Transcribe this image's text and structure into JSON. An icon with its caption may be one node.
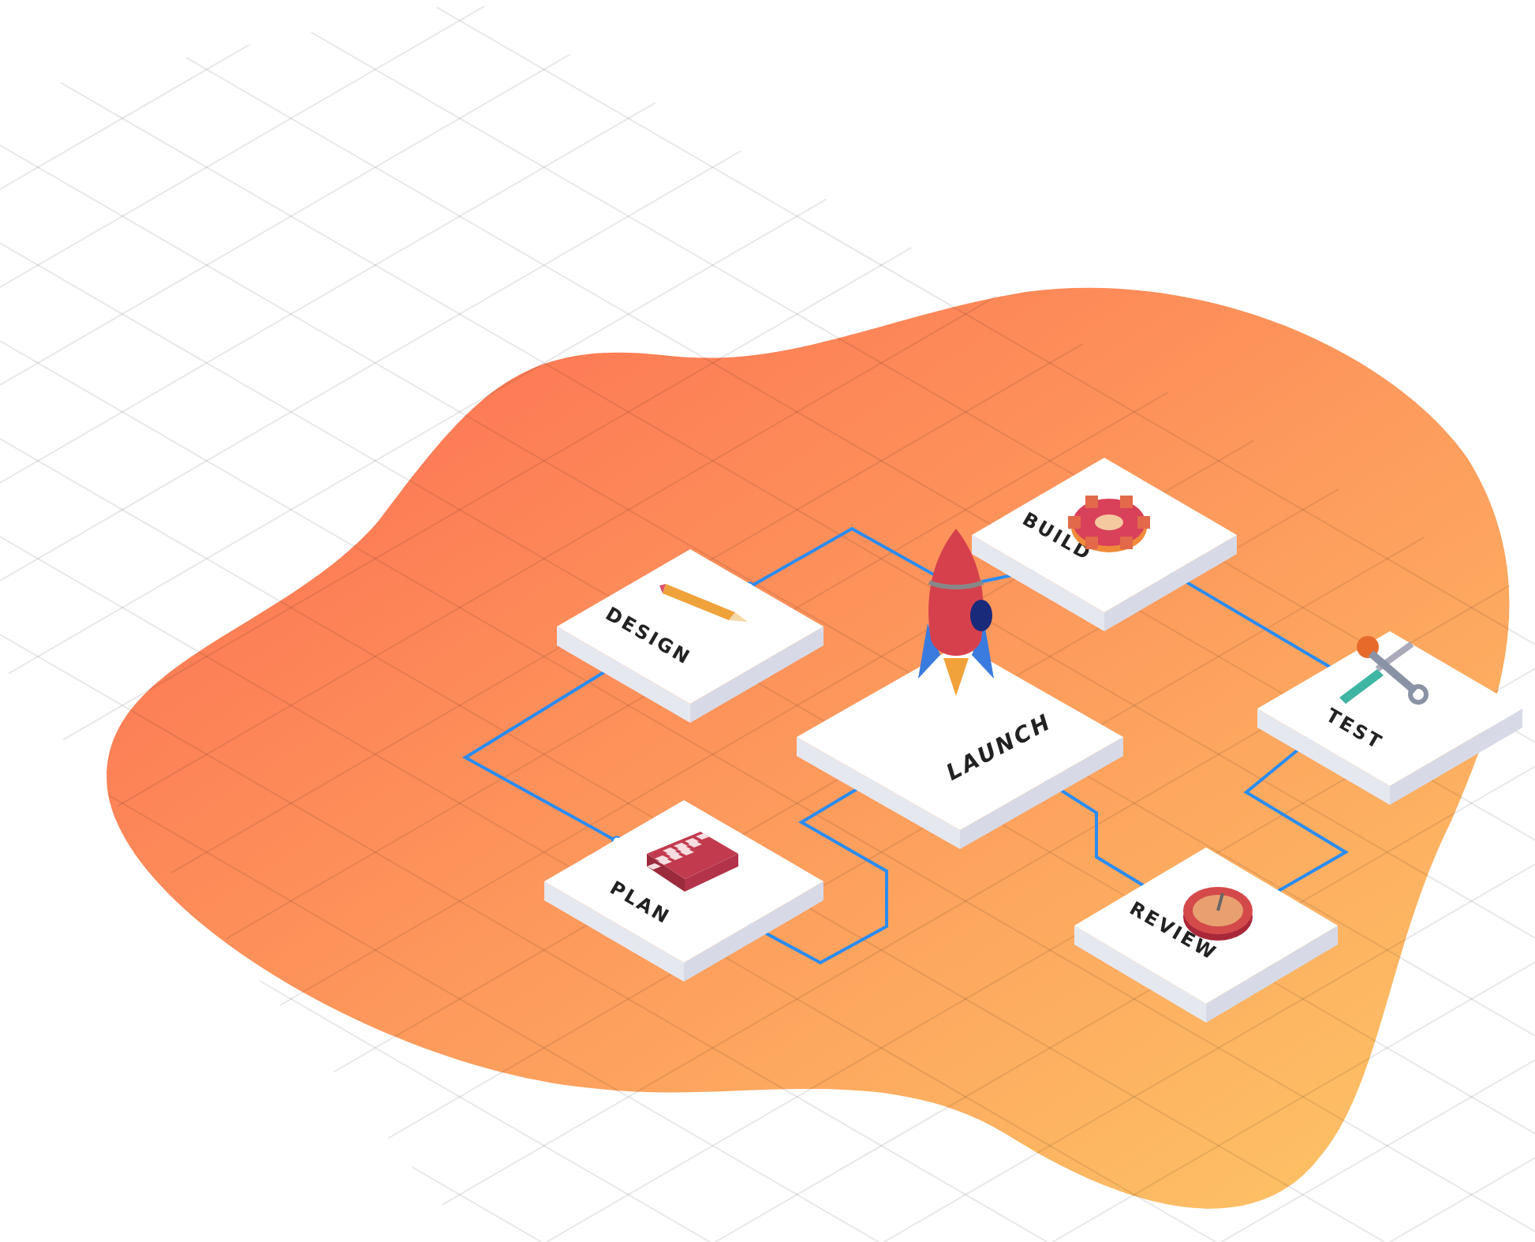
{
  "diagram": {
    "nodes": [
      {
        "text": [
          "DESIGN"
        ]
      },
      {
        "text": [
          "BUILD"
        ]
      },
      {
        "text": [
          "LAUNCH"
        ]
      },
      {
        "text": [
          "TEST"
        ]
      },
      {
        "text": [
          "PLAN"
        ]
      },
      {
        "text": [
          "REVIEW"
        ]
      }
    ],
    "edges": [
      {
        "from": 0,
        "to": 4,
        "arrow": "other"
      },
      {
        "from": 0,
        "to": 1,
        "arrow": "other"
      },
      {
        "from": 1,
        "to": 3,
        "arrow": "other"
      },
      {
        "from": 3,
        "to": 5,
        "arrow": "other"
      },
      {
        "from": 2,
        "to": 5,
        "arrow": "other"
      },
      {
        "from": 2,
        "to": 4,
        "arrow": "other"
      }
    ]
  }
}
